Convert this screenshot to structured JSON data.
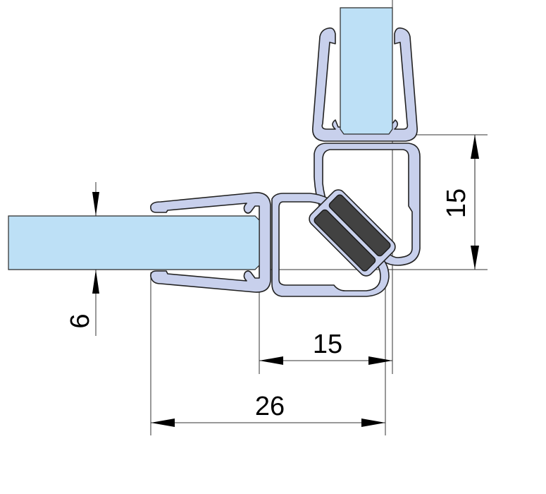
{
  "title": "90 degree magnetic shower door seal profile cross-section",
  "colors": {
    "glass": "#bde0f6",
    "profile": "#c8d0ec",
    "magnet": "#424242",
    "lines": "#333333",
    "background": "#ffffff"
  },
  "components": {
    "glass_horizontal": "horizontal glass panel",
    "glass_vertical": "vertical glass panel",
    "profile_horizontal": "U-channel seal profile on horizontal glass",
    "profile_vertical": "U-channel seal profile on vertical glass",
    "magnet_strips": "paired magnetic strips at 45 degrees"
  },
  "dimensions": {
    "glass_thickness": {
      "value": "6",
      "orientation": "vertical",
      "rotated": true
    },
    "vertical_offset": {
      "value": "15",
      "orientation": "vertical",
      "rotated": true
    },
    "horizontal_offset": {
      "value": "15",
      "orientation": "horizontal"
    },
    "overall_width": {
      "value": "26",
      "orientation": "horizontal"
    }
  }
}
